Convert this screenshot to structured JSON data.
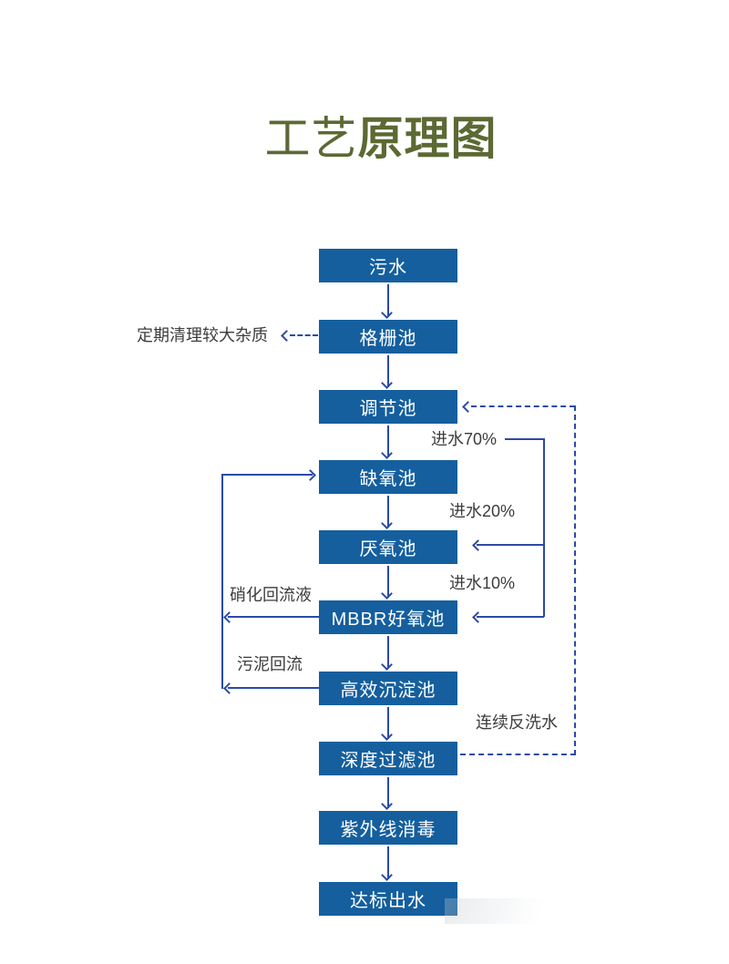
{
  "title": {
    "light": "工艺",
    "bold": "原理图"
  },
  "flow": {
    "boxes": [
      "污水",
      "格栅池",
      "调节池",
      "缺氧池",
      "厌氧池",
      "MBBR好氧池",
      "高效沉淀池",
      "深度过滤池",
      "紫外线消毒",
      "达标出水"
    ]
  },
  "annotations": {
    "screen_note": "定期清理较大杂质",
    "inflow70": "进水70%",
    "inflow20": "进水20%",
    "inflow10": "进水10%",
    "nitrify_return": "硝化回流液",
    "sludge_return": "污泥回流",
    "backwash": "连续反洗水"
  },
  "colors": {
    "box_fill": "#155f9e",
    "box_text": "#ffffff",
    "arrow": "#2b4aa8",
    "title": "#5c6933",
    "annotation_text": "#3c3c3c",
    "background": "#ffffff"
  }
}
